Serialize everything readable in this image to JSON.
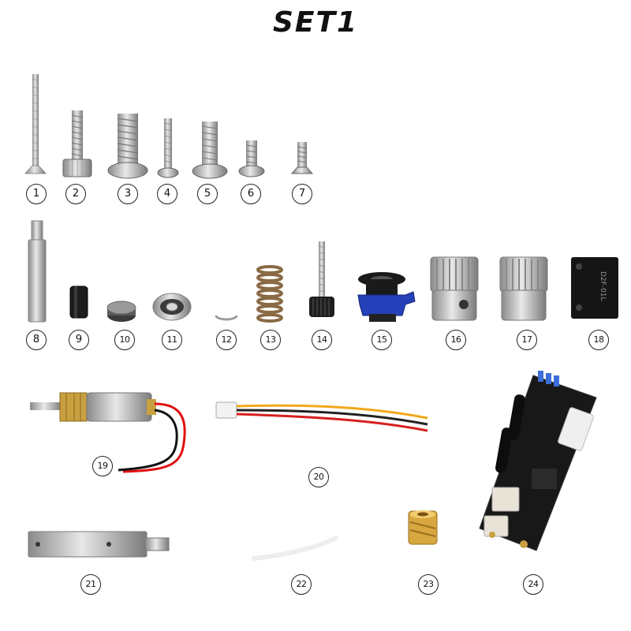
{
  "title": "SET1",
  "labels": [
    "1",
    "2",
    "3",
    "4",
    "5",
    "6",
    "7",
    "8",
    "9",
    "10",
    "11",
    "12",
    "13",
    "14",
    "15",
    "16",
    "17",
    "18",
    "19",
    "20",
    "21",
    "22",
    "23",
    "24"
  ],
  "board_label": "D2F-01L"
}
